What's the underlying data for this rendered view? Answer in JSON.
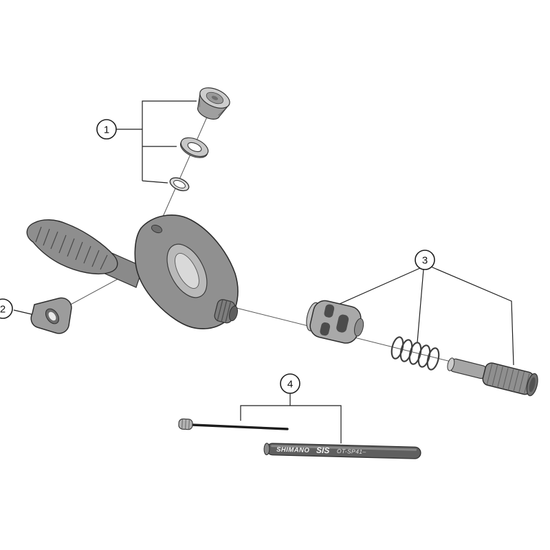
{
  "callouts": {
    "one": "1",
    "two": "2",
    "three": "3",
    "four": "4"
  },
  "housing_print": {
    "brand": "SHIMANO",
    "system": "SIS",
    "model": "OT-SP41–"
  },
  "colors": {
    "background": "#ffffff",
    "line": "#1c1c1c",
    "metal_light": "#cdcdcd",
    "metal_mid": "#9a9a9a",
    "metal_dark": "#5f5f5f"
  }
}
